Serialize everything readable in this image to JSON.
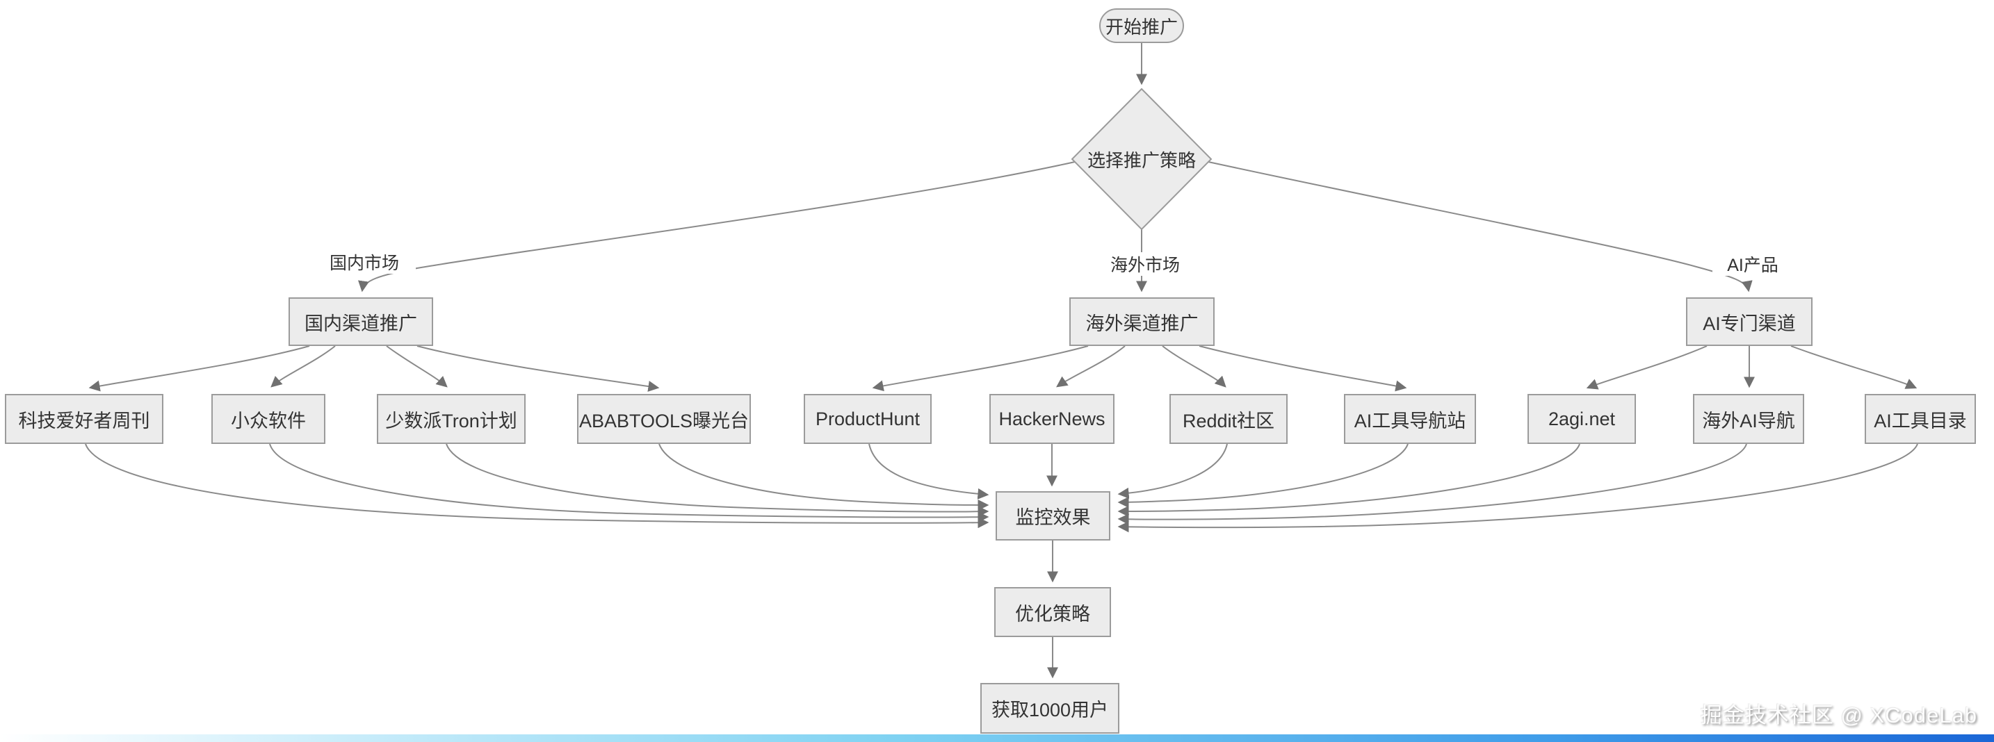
{
  "diagram": {
    "nodes": {
      "start": {
        "label": "开始推广"
      },
      "decision": {
        "label": "选择推广策略"
      },
      "domestic": {
        "label": "国内渠道推广"
      },
      "overseas": {
        "label": "海外渠道推广"
      },
      "ai_channel": {
        "label": "AI专门渠道"
      },
      "tech_weekly": {
        "label": "科技爱好者周刊"
      },
      "niche_soft": {
        "label": "小众软件"
      },
      "sspai_tron": {
        "label": "少数派Tron计划"
      },
      "ababtools": {
        "label": "ABABTOOLS曝光台"
      },
      "producthunt": {
        "label": "ProductHunt"
      },
      "hackernews": {
        "label": "HackerNews"
      },
      "reddit": {
        "label": "Reddit社区"
      },
      "ai_tool_nav": {
        "label": "AI工具导航站"
      },
      "twoagi": {
        "label": "2agi.net"
      },
      "overseas_nav": {
        "label": "海外AI导航"
      },
      "ai_directory": {
        "label": "AI工具目录"
      },
      "monitor": {
        "label": "监控效果"
      },
      "optimize": {
        "label": "优化策略"
      },
      "goal": {
        "label": "获取1000用户"
      }
    },
    "edge_labels": {
      "domestic_market": "国内市场",
      "overseas_market": "海外市场",
      "ai_product": "AI产品"
    },
    "colors": {
      "node_fill": "#ececec",
      "node_border": "#9b9b9b",
      "edge_line": "#8a8a8a",
      "arrow_head": "#707070",
      "text": "#333333"
    }
  },
  "watermark": {
    "text": "掘金技术社区 @ XCodeLab"
  }
}
